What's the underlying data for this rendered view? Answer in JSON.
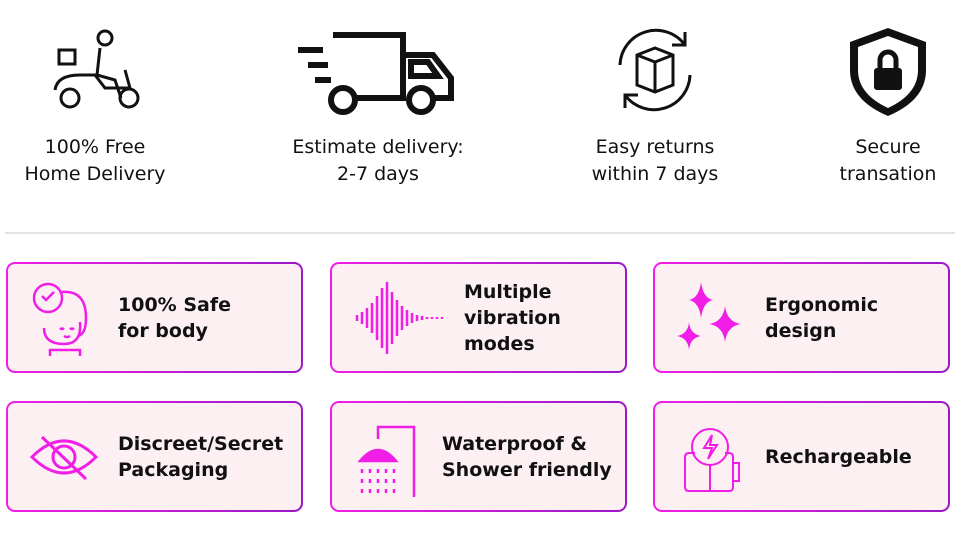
{
  "top_features": [
    {
      "icon": "scooter-delivery-icon",
      "label": "100% Free\nHome Delivery"
    },
    {
      "icon": "delivery-truck-icon",
      "label": "Estimate delivery:\n2-7 days"
    },
    {
      "icon": "box-return-icon",
      "label": "Easy returns\nwithin 7 days"
    },
    {
      "icon": "shield-lock-icon",
      "label": "Secure\ntransation"
    }
  ],
  "cards": [
    {
      "icon": "safe-face-icon",
      "label": "100% Safe\nfor body"
    },
    {
      "icon": "sound-wave-icon",
      "label": "Multiple\nvibration\nmodes"
    },
    {
      "icon": "sparkles-icon",
      "label": "Ergonomic\ndesign"
    },
    {
      "icon": "eye-slash-icon",
      "label": "Discreet/Secret\nPackaging"
    },
    {
      "icon": "shower-icon",
      "label": "Waterproof &\nShower friendly"
    },
    {
      "icon": "battery-charge-icon",
      "label": "Rechargeable"
    }
  ],
  "colors": {
    "accent": "#f01ee6",
    "accent_end": "#9a18c8",
    "card_bg": "#fdf0f2"
  }
}
